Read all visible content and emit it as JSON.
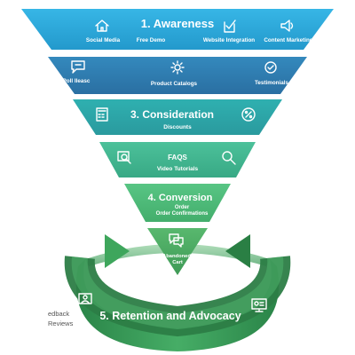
{
  "stages": [
    {
      "title": "1. Awareness",
      "items": [
        "Social Media",
        "Free Demo",
        "Website Integration",
        "Content Marketing"
      ],
      "icons": [
        "home-icon",
        "screen-icon",
        "checklist-icon",
        "speaker-icon"
      ]
    },
    {
      "title": "",
      "items": [
        "Poll Ileasc",
        "Product Catalogs",
        "Testimonials"
      ],
      "icons": [
        "chat-icon",
        "gear-icon",
        "badge-icon"
      ]
    },
    {
      "title": "3. Consideration",
      "subtitle": "Discounts",
      "icons": [
        "calculator-icon",
        "discount-tag-icon"
      ]
    },
    {
      "title": "FAQS",
      "subtitle": "Video Tutorials",
      "icons": [
        "search-icon",
        "magnifier-icon"
      ]
    },
    {
      "title": "4. Conversion",
      "subtitle": "Order",
      "subtitle2": "Order Confirmations"
    },
    {
      "label": "Abandoned",
      "label2": "Cart",
      "icons": [
        "cart-chat-icon"
      ]
    }
  ],
  "retention": {
    "title": "5. Retention and Advocacy",
    "side_label": "edback",
    "side_label2": "Reviews",
    "icons": [
      "user-feedback-icon",
      "presentation-icon"
    ]
  },
  "colors": {
    "stage1": "#2aa8dd",
    "stage2": "#2e7eb2",
    "stage3": "#2aa3a8",
    "stage4": "#3fb58d",
    "stage5": "#4cbb78",
    "stage6": "#4aa660",
    "ring": "#2f8f4f",
    "ring_light": "#5fc07c"
  }
}
